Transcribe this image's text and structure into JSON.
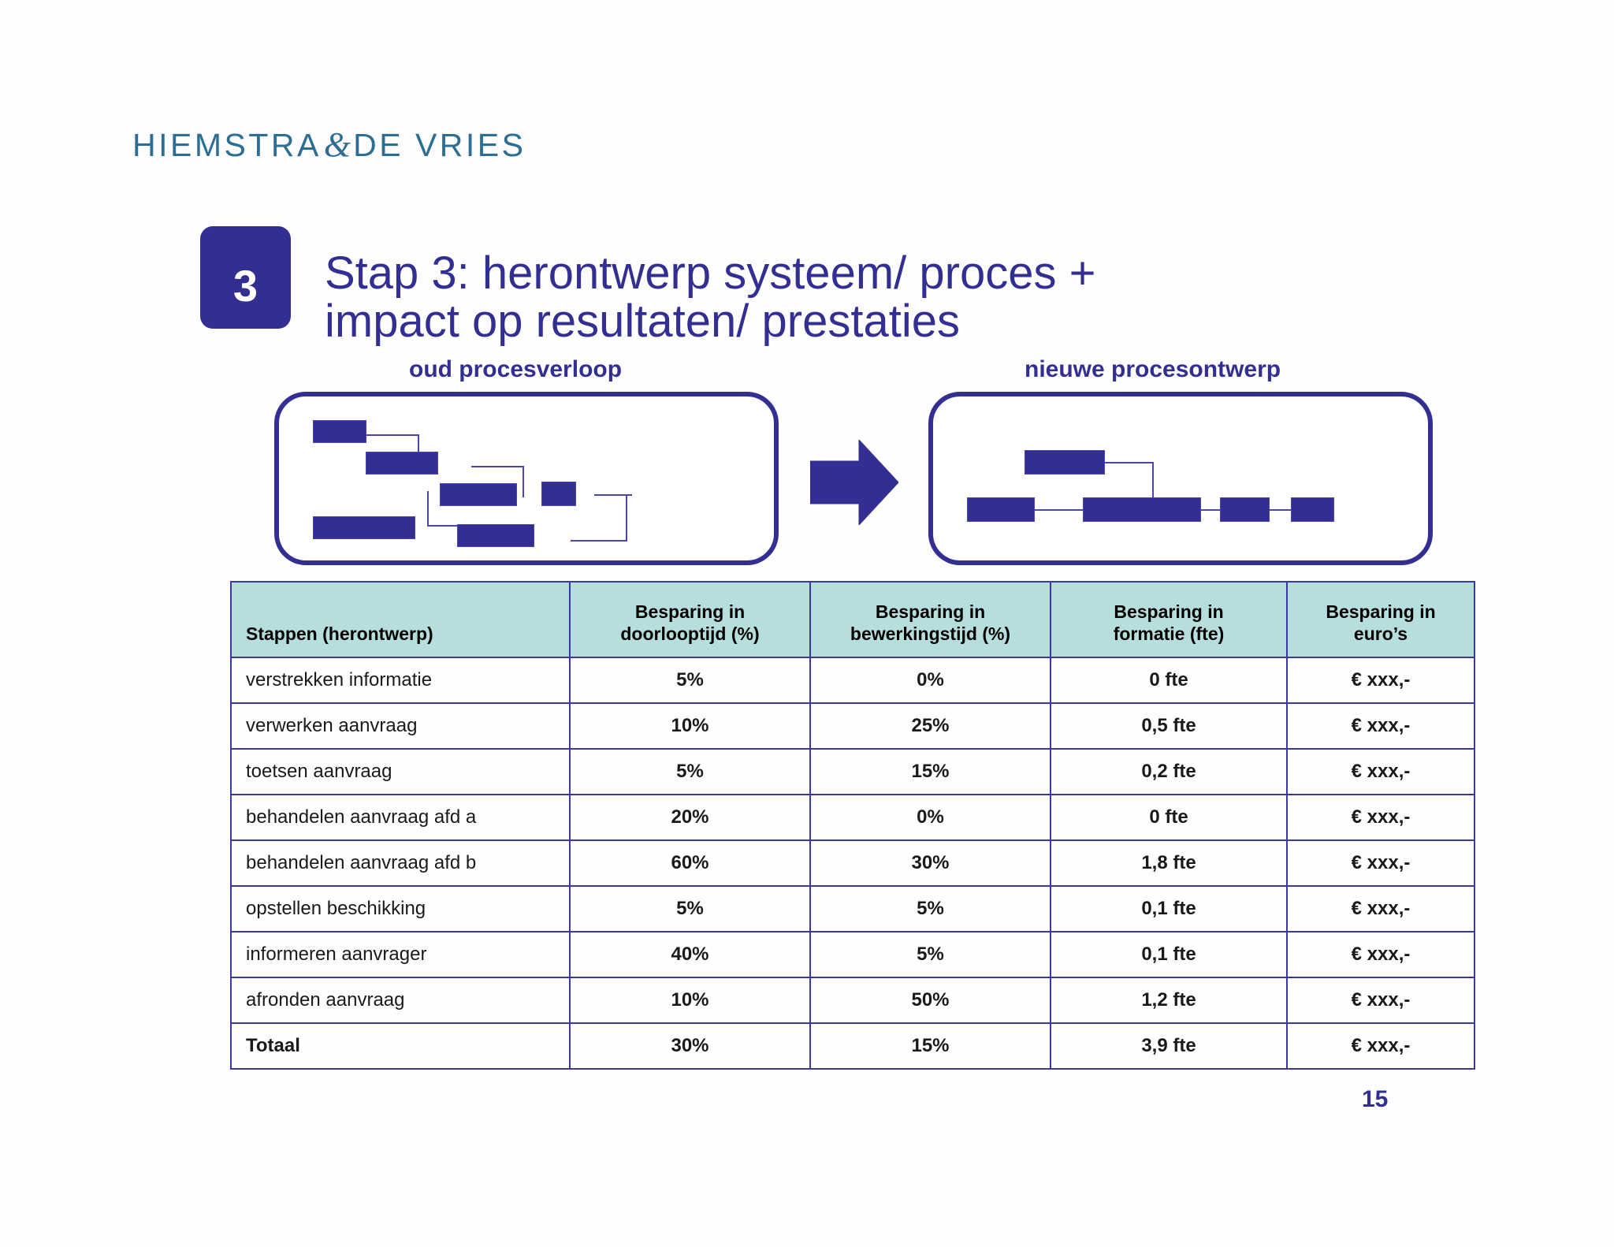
{
  "brand": {
    "logo_part1": "HIEMSTRA",
    "logo_amp": "&",
    "logo_part2": "DE VRIES",
    "accent_blue": "#332f92",
    "logo_color": "#2e6e93",
    "header_fill": "#b6dedc"
  },
  "header": {
    "step_number": "3",
    "title_line1": "Stap 3: herontwerp systeem/ proces +",
    "title_line2": "impact op resultaten/ prestaties"
  },
  "diagrams": {
    "old_caption": "oud procesverloop",
    "new_caption": "nieuwe procesontwerp",
    "arrow_label": "transformatie-pijl"
  },
  "table": {
    "columns": [
      "Stappen (herontwerp)",
      "Besparing in doorlooptijd (%)",
      "Besparing in bewerkingstijd (%)",
      "Besparing in formatie (fte)",
      "Besparing in euro’s"
    ],
    "columns_split": [
      {
        "l1": "Stappen (herontwerp)",
        "l2": ""
      },
      {
        "l1": "Besparing in",
        "l2": "doorlooptijd (%)"
      },
      {
        "l1": "Besparing in",
        "l2": "bewerkingstijd (%)"
      },
      {
        "l1": "Besparing in",
        "l2": "formatie (fte)"
      },
      {
        "l1": "Besparing in",
        "l2": "euro’s"
      }
    ],
    "rows": [
      {
        "step": "verstrekken informatie",
        "doorlooptijd": "5%",
        "bewerkingstijd": "0%",
        "formatie": "0 fte",
        "euro": "€ xxx,-"
      },
      {
        "step": "verwerken aanvraag",
        "doorlooptijd": "10%",
        "bewerkingstijd": "25%",
        "formatie": "0,5 fte",
        "euro": "€ xxx,-"
      },
      {
        "step": "toetsen aanvraag",
        "doorlooptijd": "5%",
        "bewerkingstijd": "15%",
        "formatie": "0,2 fte",
        "euro": "€ xxx,-"
      },
      {
        "step": "behandelen aanvraag afd a",
        "doorlooptijd": "20%",
        "bewerkingstijd": "0%",
        "formatie": "0 fte",
        "euro": "€ xxx,-"
      },
      {
        "step": "behandelen aanvraag afd b",
        "doorlooptijd": "60%",
        "bewerkingstijd": "30%",
        "formatie": "1,8 fte",
        "euro": "€ xxx,-"
      },
      {
        "step": "opstellen beschikking",
        "doorlooptijd": "5%",
        "bewerkingstijd": "5%",
        "formatie": "0,1 fte",
        "euro": "€ xxx,-"
      },
      {
        "step": "informeren aanvrager",
        "doorlooptijd": "40%",
        "bewerkingstijd": "5%",
        "formatie": "0,1 fte",
        "euro": "€ xxx,-"
      },
      {
        "step": "afronden aanvraag",
        "doorlooptijd": "10%",
        "bewerkingstijd": "50%",
        "formatie": "1,2 fte",
        "euro": "€ xxx,-"
      }
    ],
    "total_row": {
      "step": "Totaal",
      "doorlooptijd": "30%",
      "bewerkingstijd": "15%",
      "formatie": "3,9 fte",
      "euro": "€ xxx,-"
    }
  },
  "footer": {
    "page_number": "15"
  }
}
